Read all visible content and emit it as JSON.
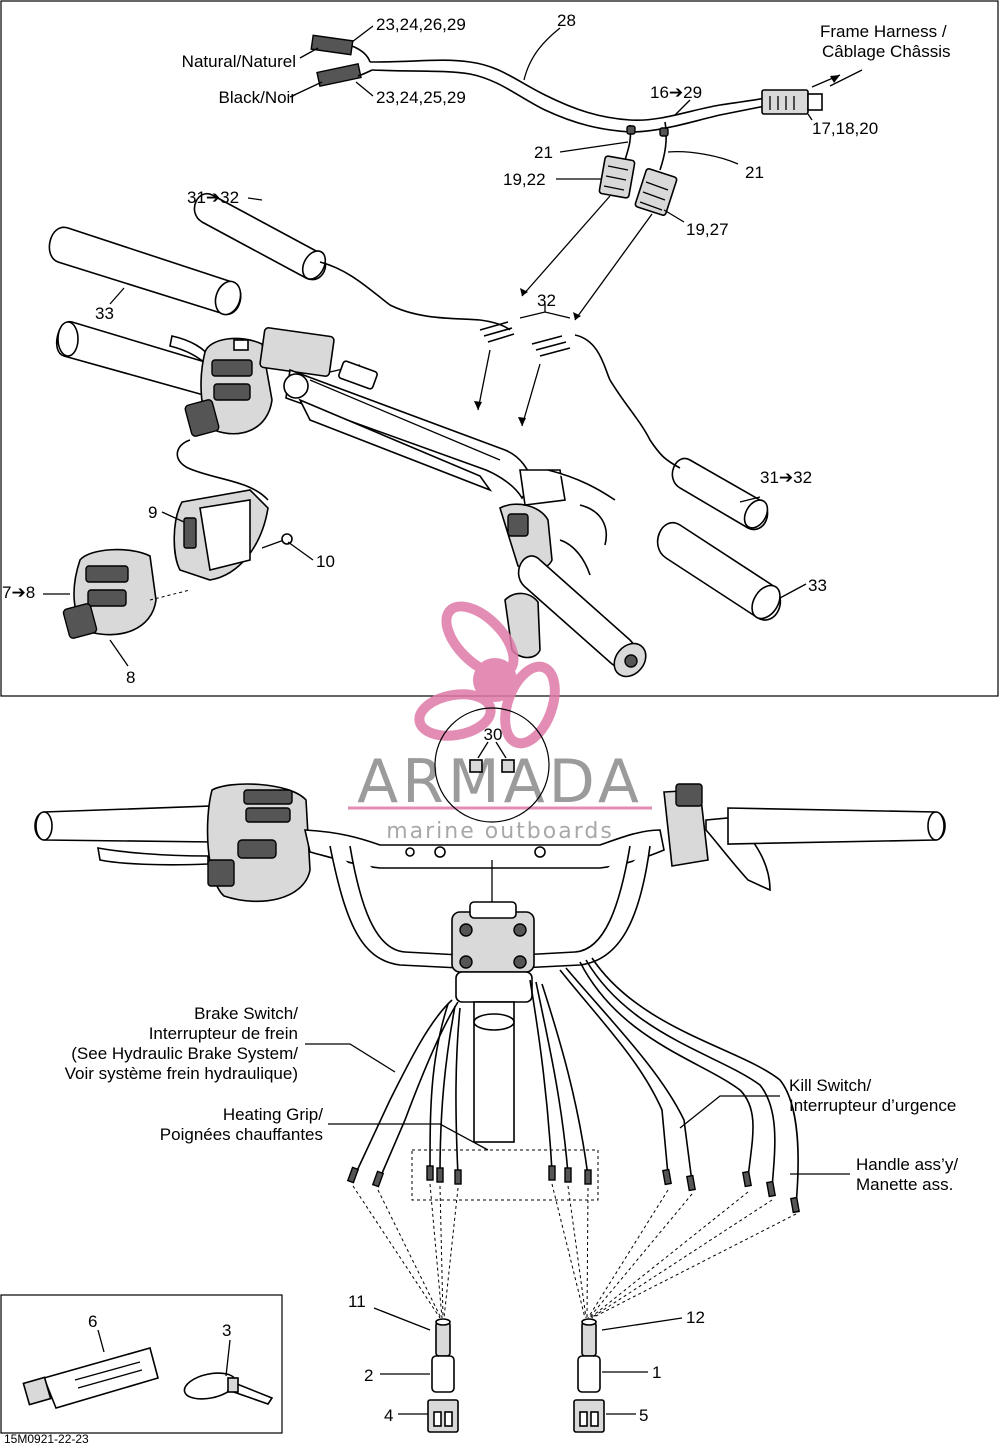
{
  "labels": {
    "natural": "Natural/Naturel",
    "black": "Black/Noir",
    "ref_23_26": "23,24,26,29",
    "ref_23_25": "23,24,25,29",
    "ref_28": "28",
    "frame_harness_1": "Frame Harness /",
    "frame_harness_2": "Câblage Châssis",
    "ref_16_29": "16➔29",
    "ref_17_18_20": "17,18,20",
    "ref_21_a": "21",
    "ref_21_b": "21",
    "ref_19_22": "19,22",
    "ref_19_27": "19,27",
    "ref_31_32_a": "31➔32",
    "ref_31_32_b": "31➔32",
    "ref_32": "32",
    "ref_33_a": "33",
    "ref_33_b": "33",
    "ref_9": "9",
    "ref_10": "10",
    "ref_7_8": "7➔8",
    "ref_8": "8",
    "ref_30": "30",
    "brake_1": "Brake Switch/",
    "brake_2": "Interrupteur de frein",
    "brake_3": "(See Hydraulic Brake System/",
    "brake_4": "Voir système frein hydraulique)",
    "heat_1": "Heating Grip/",
    "heat_2": "Poignées chauffantes",
    "kill_1": "Kill Switch/",
    "kill_2": "Interrupteur d’urgence",
    "handle_1": "Handle ass’y/",
    "handle_2": "Manette ass.",
    "ref_11": "11",
    "ref_12": "12",
    "ref_2": "2",
    "ref_1": "1",
    "ref_4": "4",
    "ref_5": "5",
    "ref_6": "6",
    "ref_3": "3",
    "diagram_code": "15M0921-22-23"
  },
  "watermark": {
    "brand": "ARMADA",
    "tagline": "marine outboards",
    "logo_color": "#e07aa8"
  }
}
